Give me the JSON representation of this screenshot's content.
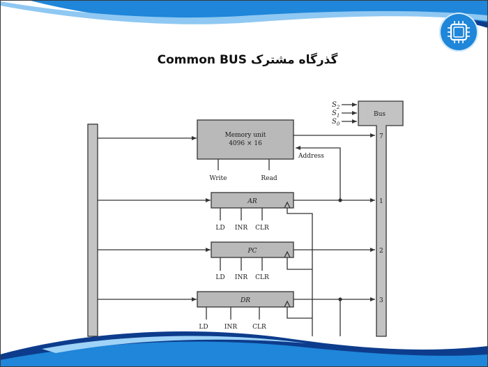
{
  "slide": {
    "title": "گذرگاه مشترک Common BUS",
    "icon": "cpu-chip-icon",
    "colors": {
      "accent_blue": "#1f86d9",
      "dark_blue": "#0d3c8c",
      "unit_fill": "#b9b9b9",
      "bus_fill": "#c3c3c3"
    }
  },
  "diagram": {
    "select_lines": [
      "S",
      "S",
      "S"
    ],
    "select_subscripts": [
      "2",
      "1",
      "0"
    ],
    "bus_label": "Bus",
    "memory": {
      "name": "Memory unit",
      "size": "4096 × 16",
      "write": "Write",
      "read": "Read",
      "address": "Address",
      "bus_input": "7"
    },
    "registers": [
      {
        "name": "AR",
        "controls": [
          "LD",
          "INR",
          "CLR"
        ],
        "bus_input": "1"
      },
      {
        "name": "PC",
        "controls": [
          "LD",
          "INR",
          "CLR"
        ],
        "bus_input": "2"
      },
      {
        "name": "DR",
        "controls": [
          "LD",
          "INR",
          "CLR"
        ],
        "bus_input": "3"
      }
    ]
  }
}
